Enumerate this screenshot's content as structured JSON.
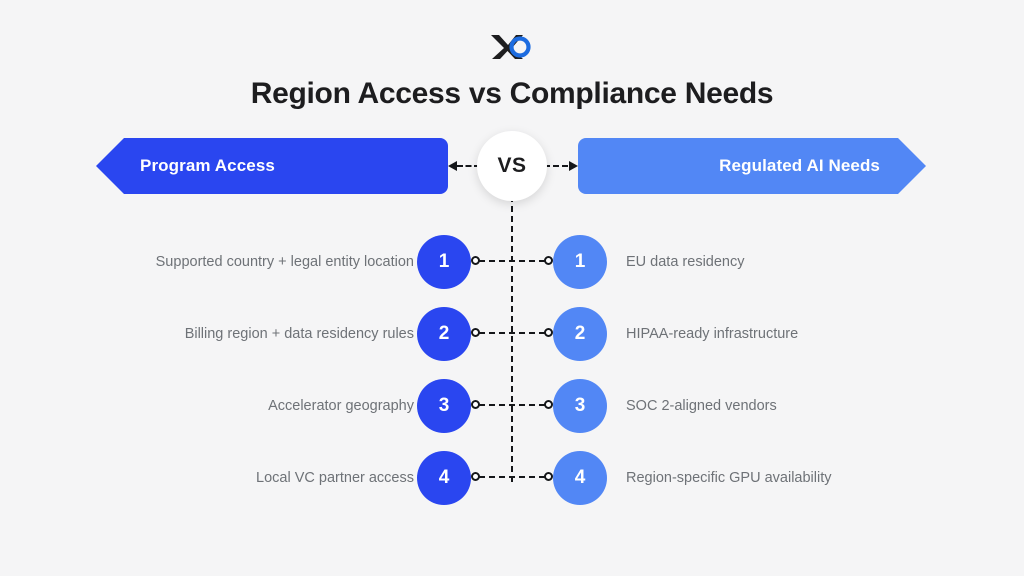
{
  "logo": {
    "name": "brand-logo-xo",
    "x_color": "#1d1d1f",
    "o_color": "#1d6ce0"
  },
  "title": "Region Access vs Compliance Needs",
  "comparison": {
    "vs_label": "VS",
    "left_banner": {
      "label": "Program Access",
      "color": "#2a46f0"
    },
    "right_banner": {
      "label": "Regulated AI Needs",
      "color": "#5287f5"
    }
  },
  "rows": [
    {
      "number": "1",
      "left_text": "Supported country + legal entity location",
      "right_text": "EU data residency"
    },
    {
      "number": "2",
      "left_text": "Billing region + data residency rules",
      "right_text": "HIPAA-ready infrastructure"
    },
    {
      "number": "3",
      "left_text": "Accelerator geography",
      "right_text": "SOC 2-aligned vendors"
    },
    {
      "number": "4",
      "left_text": "Local VC partner access",
      "right_text": "Region-specific GPU availability"
    }
  ]
}
